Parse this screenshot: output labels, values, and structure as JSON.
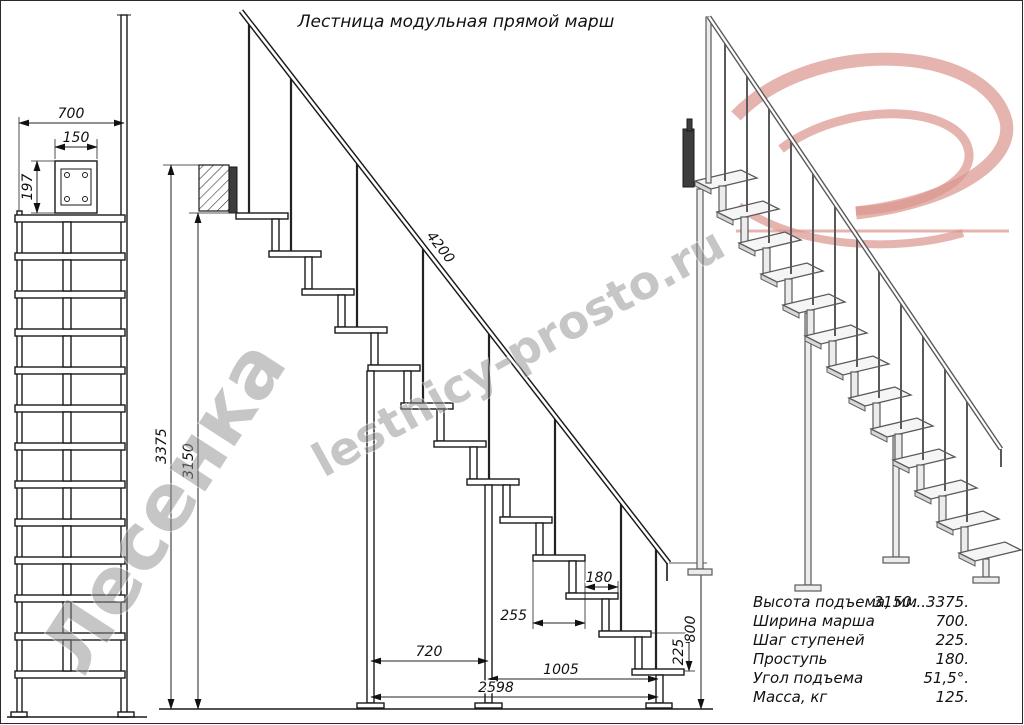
{
  "title": "Лестница модульная прямой марш",
  "watermark": {
    "site": "lestnicy-prosto.ru",
    "brand": "Лесенка"
  },
  "front_view": {
    "dim_width": "700",
    "dim_plate_width": "150",
    "dim_plate_height": "197"
  },
  "side_view": {
    "dim_total_height": "3375",
    "dim_rail_height": "3150",
    "dim_rail_length": "4200",
    "dim_post_spacing": "720",
    "dim_total_span": "2598",
    "dim_end_spacing": "1005",
    "dim_tread_depth": "255",
    "dim_going": "180",
    "dim_riser": "225",
    "dim_rail_end_height": "800"
  },
  "specs": {
    "rows": [
      {
        "label": "Высота подъема, мм",
        "value": "3150...3375."
      },
      {
        "label": "Ширина марша",
        "value": "700."
      },
      {
        "label": "Шаг ступеней",
        "value": "225."
      },
      {
        "label": "Проступь",
        "value": "180."
      },
      {
        "label": "Угол подъема",
        "value": "51,5°."
      },
      {
        "label": "Масса, кг",
        "value": "125."
      }
    ]
  },
  "colors": {
    "line": "#1a1a1a",
    "accent_red": "#dc9790",
    "watermark_gray": "#8f8f8f"
  }
}
